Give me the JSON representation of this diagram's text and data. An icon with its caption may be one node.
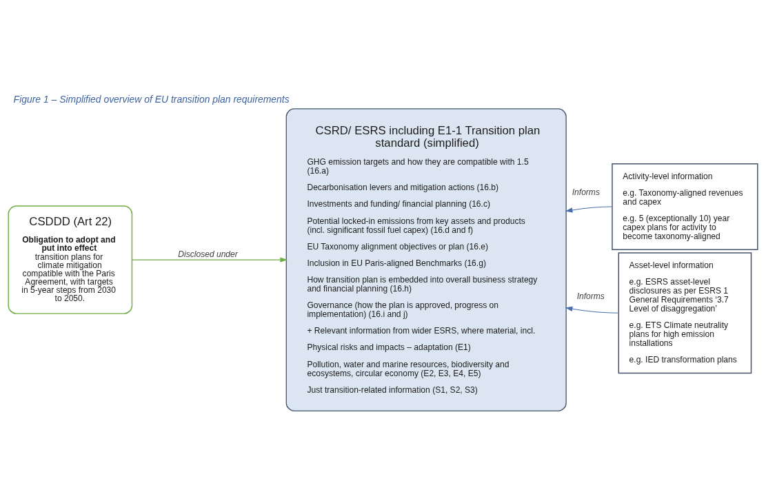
{
  "diagram": {
    "title": "Figure 1 – Simplified overview of EU transition plan requirements",
    "nodes": [
      {
        "text": [
          "CSDDD (Art 22)",
          "**Obligation to adopt and put into effect** transition plans for climate mitigation compatible with the Paris Agreement, with targets in 5-year steps from 2030 to 2050."
        ]
      },
      {
        "text": [
          "CSRD/ ESRS including E1-1 Transition plan standard (simplified)",
          "GHG emission targets and how they are compatible with 1.5 (16.a)",
          "Decarbonisation levers and mitigation actions (16.b)",
          "Investments and funding/ financial planning (16.c)",
          "Potential locked-in emissions from key assets and products (incl. significant fossil fuel capex) (16.d and f)",
          "EU Taxonomy alignment objectives or plan (16.e)",
          "Inclusion in EU Paris-aligned Benchmarks (16.g)",
          "How transition plan is embedded into overall business strategy and financial planning (16.h)",
          "Governance (how the plan is approved, progress on implementation) (16.i and j)",
          "+ Relevant information from wider ESRS, where material, incl.",
          "Physical risks and impacts – adaptation (E1)",
          "Pollution, water and marine resources, biodiversity and ecosystems, circular economy (E2, E3, E4, E5)",
          "Just transition-related information (S1, S2, S3)"
        ]
      },
      {
        "text": [
          "Activity-level information",
          "e.g. Taxonomy-aligned revenues and capex",
          "e.g. 5 (exceptionally 10) year capex plans for activity to become taxonomy-aligned"
        ]
      },
      {
        "text": [
          "Asset-level information",
          "e.g. ESRS asset-level disclosures as per ESRS 1 General Requirements ‘3.7 Level of disaggregation’",
          "e.g. ETS Climate neutrality plans for high emission installations",
          "e.g. IED transformation plans"
        ]
      }
    ],
    "edges": [
      {
        "from": 0,
        "to": 1,
        "arrow": "to",
        "label": "Disclosed under",
        "color": "#70ad47"
      },
      {
        "from": 2,
        "to": 1,
        "arrow": "to",
        "label": "Informs"
      },
      {
        "from": 3,
        "to": 1,
        "arrow": "to",
        "label": "Informs"
      }
    ]
  }
}
